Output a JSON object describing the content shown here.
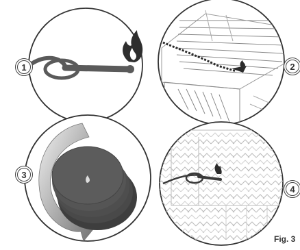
{
  "steps": [
    {
      "number": "1",
      "description": "lighter-igniting"
    },
    {
      "number": "2",
      "description": "lighter-in-grill"
    },
    {
      "number": "3",
      "description": "rotate-briquettes"
    },
    {
      "number": "4",
      "description": "lighter-in-basket"
    }
  ],
  "figure_label": "Fig. 3",
  "icons": [
    "flame-icon",
    "lighter-tool-icon",
    "rotate-arrow-icon",
    "charcoal-stack-icon",
    "grill-grate-icon"
  ],
  "colors": {
    "line": "#333333",
    "tool": "#5a5a5a",
    "charcoal": "#4b4b4b",
    "arrow_gradient_start": "#f2f2f2",
    "arrow_gradient_end": "#707070"
  }
}
